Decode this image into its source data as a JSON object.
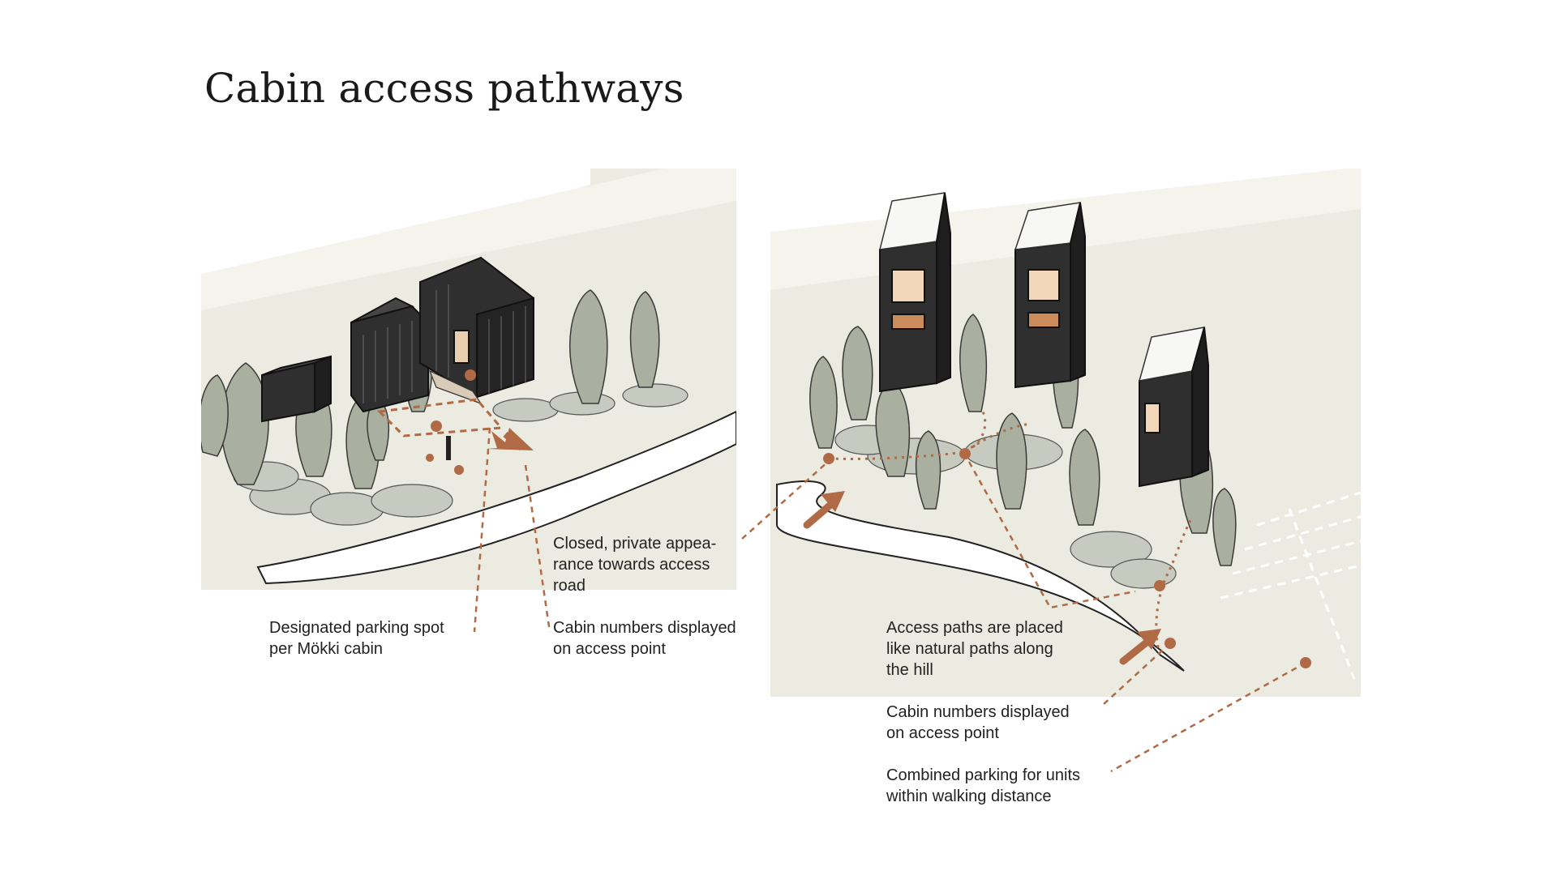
{
  "title": "Cabin access pathways",
  "annotations": {
    "private_appearance": "Closed, private appea-\nrance towards access\nroad",
    "designated_parking": "Designated parking spot\nper Mökki cabin",
    "cabin_numbers_left": "Cabin numbers displayed\non access point",
    "natural_paths": "Access paths are placed\nlike natural paths along\nthe hill",
    "cabin_numbers_right": "Cabin numbers displayed\non access point",
    "combined_parking": "Combined parking for units\nwithin walking distance"
  },
  "colors": {
    "background": "#ffffff",
    "ground": "#ecebe1",
    "accent_path": "#b06a45",
    "cabin_dark": "#2f2f2f",
    "tree_fill": "#aab0a0",
    "window_glow": "#f2d6b8"
  }
}
